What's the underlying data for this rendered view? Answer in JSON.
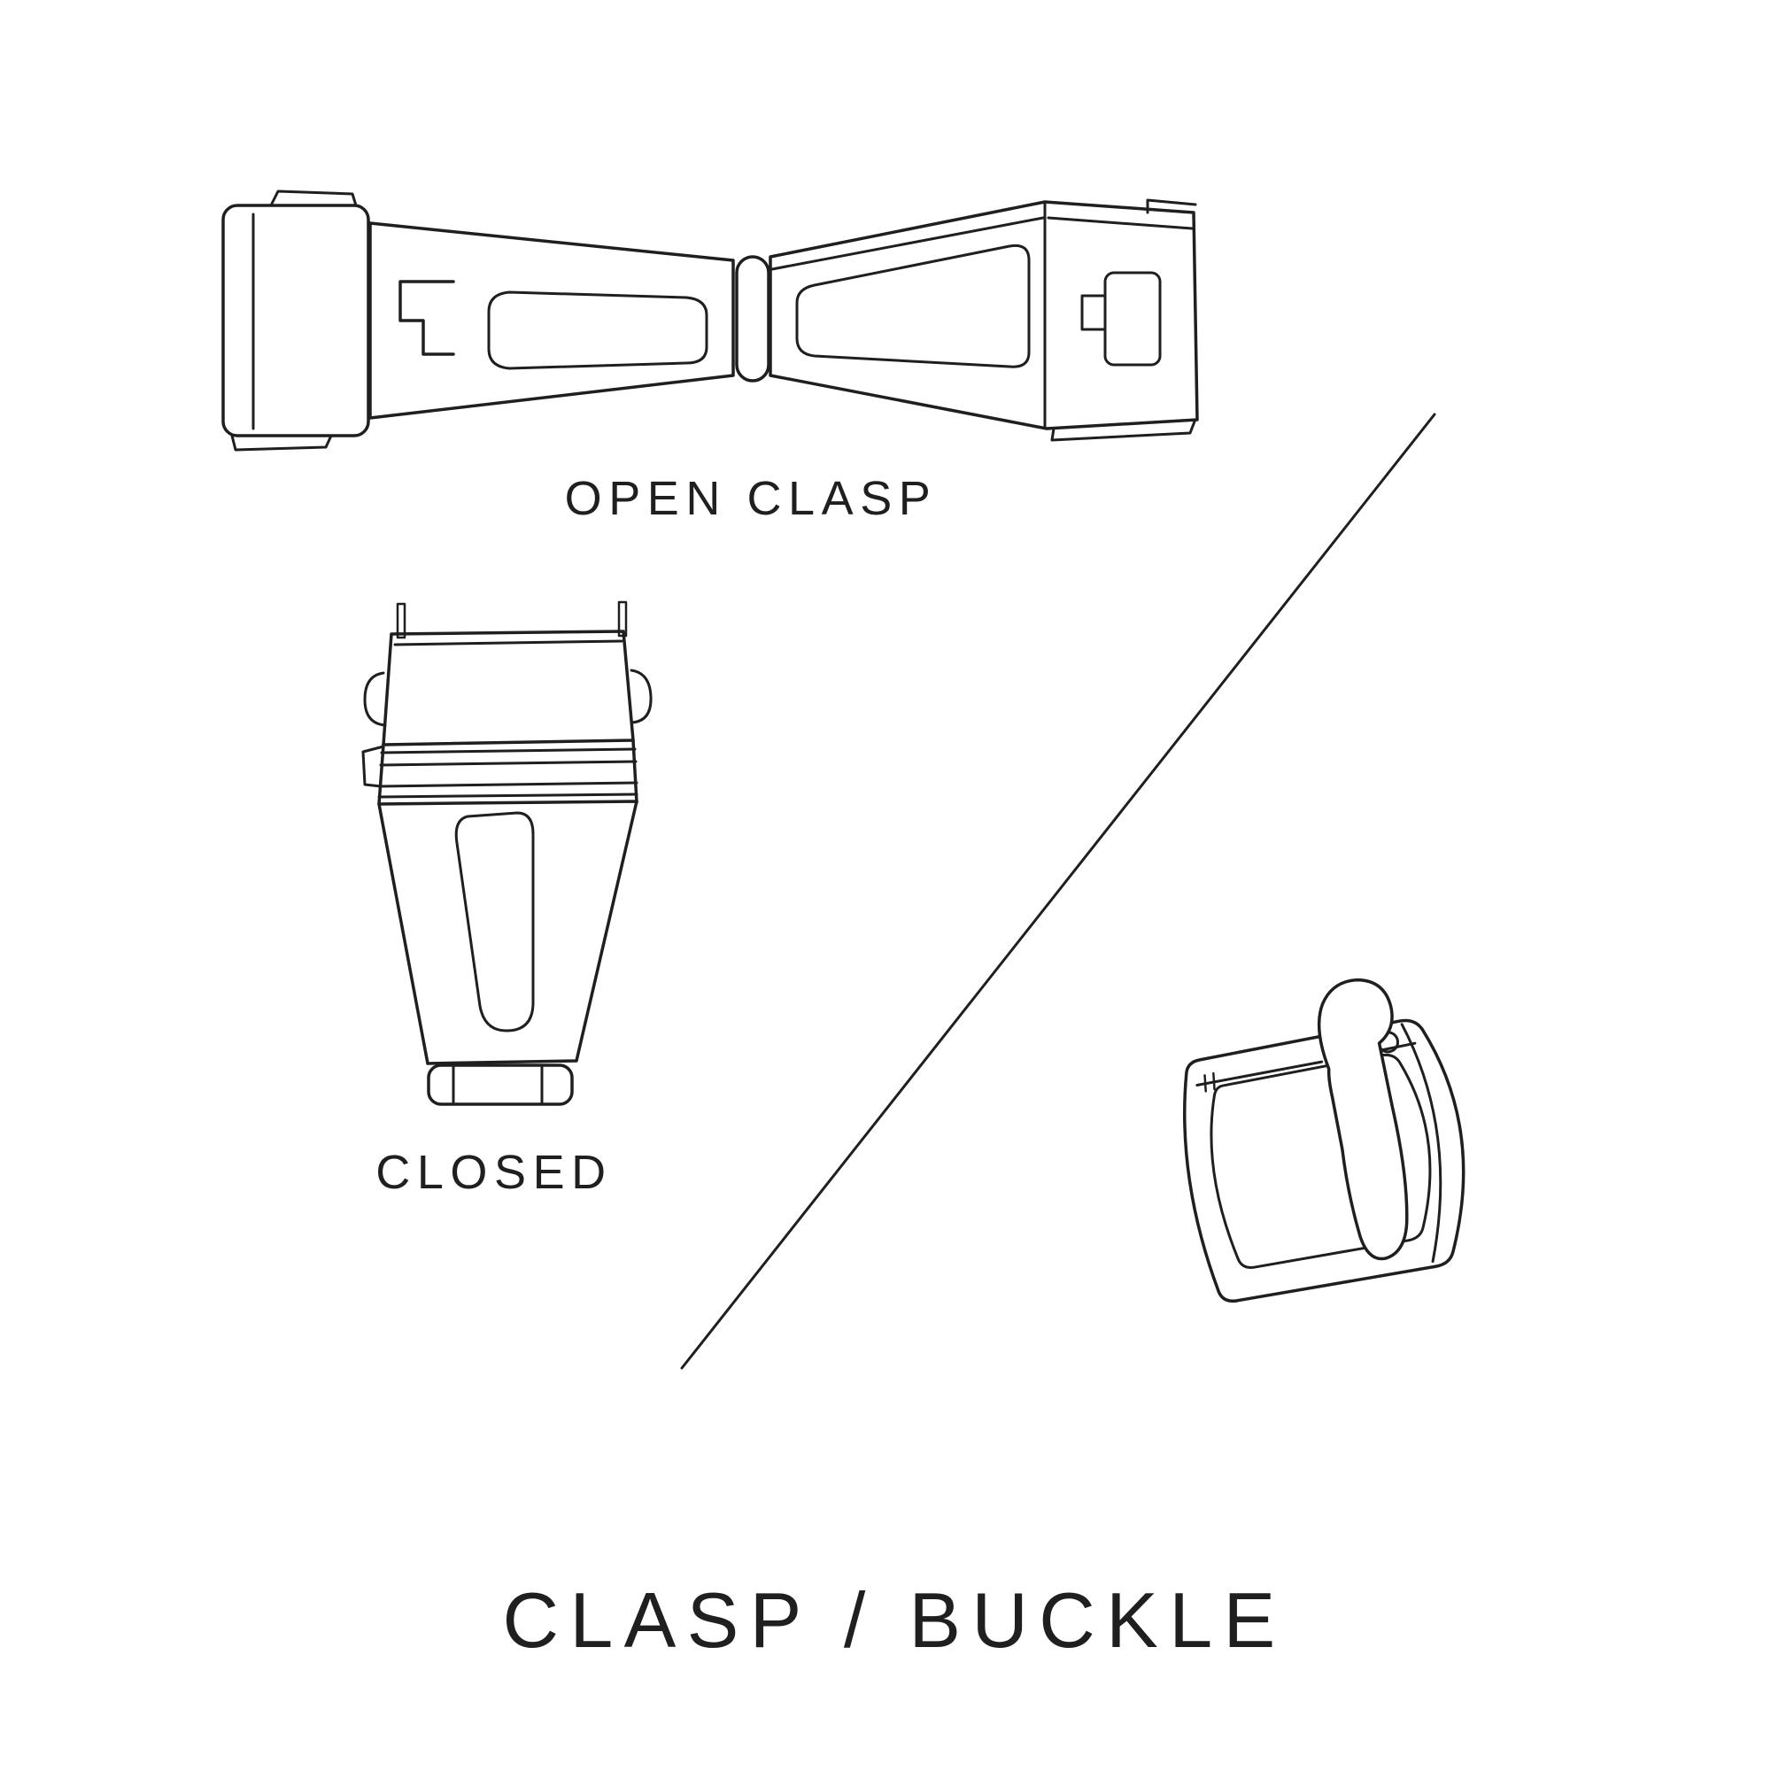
{
  "canvas": {
    "background": "#ffffff",
    "ink": "#1f1f1f"
  },
  "labels": {
    "open_clasp": "OPEN CLASP",
    "closed": "CLOSED"
  },
  "title": {
    "text": "CLASP / BUCKLE"
  },
  "icons": [
    {
      "name": "open-clasp-illustration",
      "meaning": "watch deployant clasp drawn open, top view line art"
    },
    {
      "name": "closed-clasp-illustration",
      "meaning": "watch clasp drawn closed, top view line art"
    },
    {
      "name": "tang-buckle-illustration",
      "meaning": "watch strap pin buckle, three-quarter view line art"
    },
    {
      "name": "diagonal-divider-line",
      "meaning": "diagonal separator between clasp drawings and buckle drawing"
    }
  ]
}
